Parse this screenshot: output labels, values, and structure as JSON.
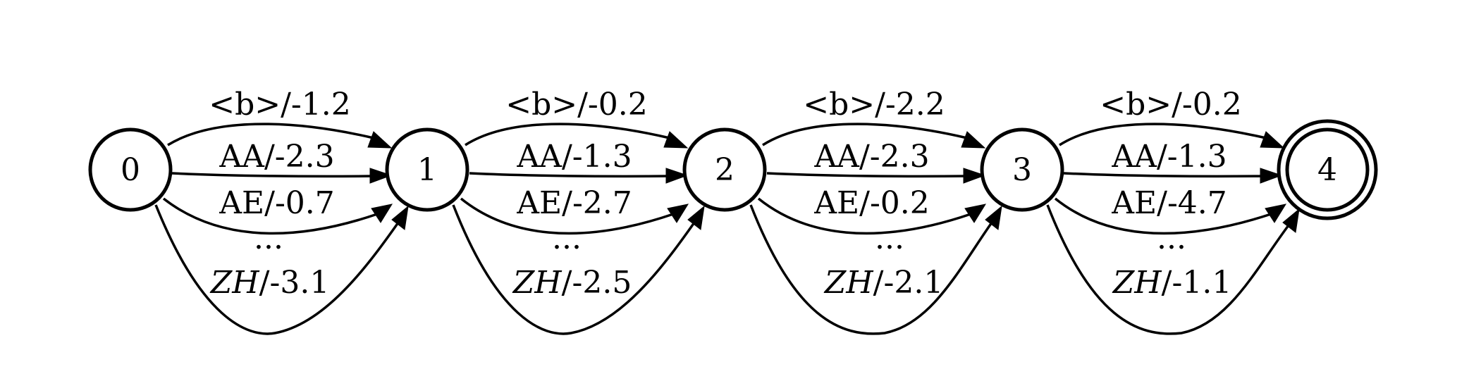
{
  "states": [
    {
      "id": "0",
      "label": "0",
      "final": false
    },
    {
      "id": "1",
      "label": "1",
      "final": false
    },
    {
      "id": "2",
      "label": "2",
      "final": false
    },
    {
      "id": "3",
      "label": "3",
      "final": false
    },
    {
      "id": "4",
      "label": "4",
      "final": true
    }
  ],
  "transitions": [
    {
      "from": "0",
      "to": "1",
      "labels": {
        "b": "<b>/-1.2",
        "aa": "AA/-2.3",
        "ae": "AE/-0.7",
        "dots": "...",
        "zh_sym": "ZH",
        "zh_weight": "/-3.1"
      }
    },
    {
      "from": "1",
      "to": "2",
      "labels": {
        "b": "<b>/-0.2",
        "aa": "AA/-1.3",
        "ae": "AE/-2.7",
        "dots": "...",
        "zh_sym": "ZH",
        "zh_weight": "/-2.5"
      }
    },
    {
      "from": "2",
      "to": "3",
      "labels": {
        "b": "<b>/-2.2",
        "aa": "AA/-2.3",
        "ae": "AE/-0.2",
        "dots": "...",
        "zh_sym": "ZH",
        "zh_weight": "/-2.1"
      }
    },
    {
      "from": "3",
      "to": "4",
      "labels": {
        "b": "<b>/-0.2",
        "aa": "AA/-1.3",
        "ae": "AE/-4.7",
        "dots": "...",
        "zh_sym": "ZH",
        "zh_weight": "/-1.1"
      }
    }
  ]
}
